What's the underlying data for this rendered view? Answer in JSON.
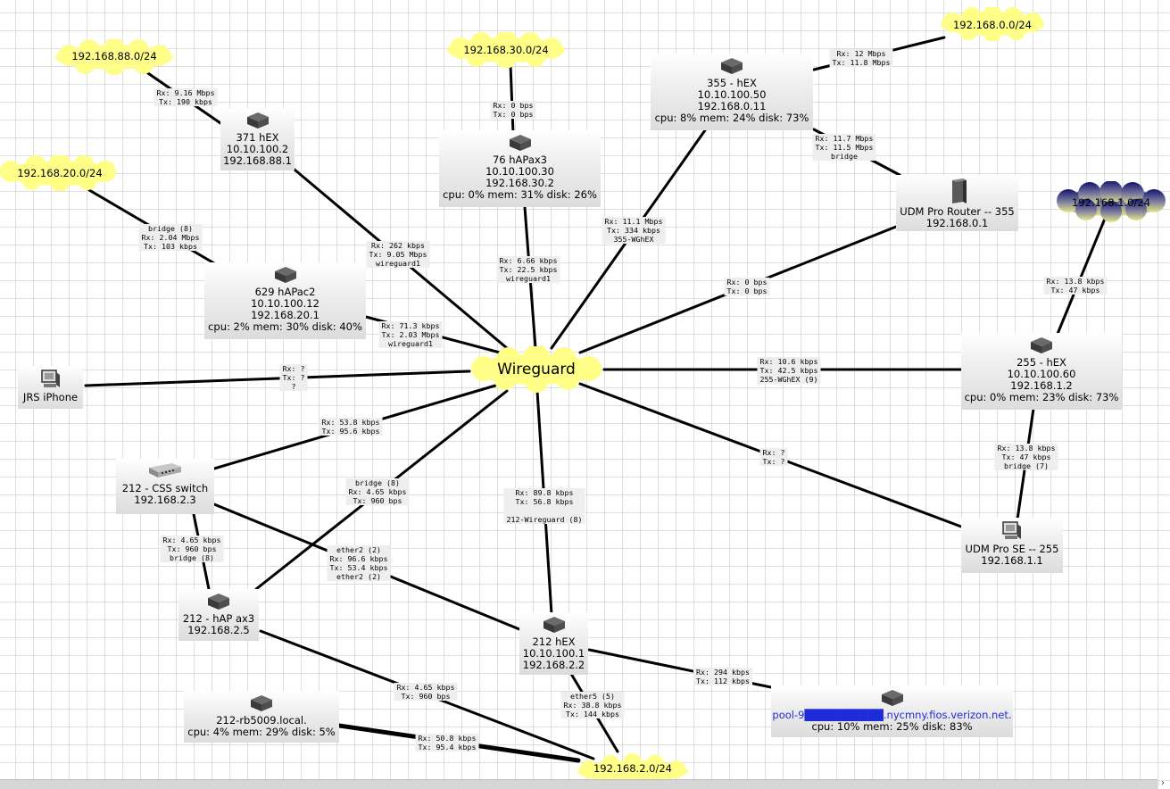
{
  "clouds": {
    "c88": "192.168.88.0/24",
    "c30": "192.168.30.0/24",
    "c0": "192.168.0.0/24",
    "c20": "192.168.20.0/24",
    "c1": "192.168.1.0/24",
    "c2": "192.168.2.0/24",
    "wireguard": "Wireguard"
  },
  "nodes": {
    "hex371": [
      "371 hEX",
      "10.10.100.2",
      "192.168.88.1"
    ],
    "hapax76": [
      "76 hAPax3",
      "10.10.100.30",
      "192.168.30.2",
      "cpu: 0% mem: 31% disk: 26%"
    ],
    "hex355": [
      "355 - hEX",
      "10.10.100.50",
      "192.168.0.11",
      "cpu: 8% mem: 24% disk: 73%"
    ],
    "udm355": [
      "UDM Pro Router -- 355",
      "192.168.0.1"
    ],
    "hapac629": [
      "629 hAPac2",
      "10.10.100.12",
      "192.168.20.1",
      "cpu: 2% mem: 30% disk: 40%"
    ],
    "iphone": [
      "JRS iPhone"
    ],
    "hex255": [
      "255 - hEX",
      "10.10.100.60",
      "192.168.1.2",
      "cpu: 0% mem: 23% disk: 73%"
    ],
    "css212": [
      "212 - CSS switch",
      "192.168.2.3"
    ],
    "udmse255": [
      "UDM Pro SE -- 255",
      "192.168.1.1"
    ],
    "hapax212": [
      "212 - hAP ax3",
      "192.168.2.5"
    ],
    "hex212": [
      "212 hEX",
      "10.10.100.1",
      "192.168.2.2"
    ],
    "rb5009": [
      "212-rb5009.local.",
      "cpu: 4% mem: 29% disk: 5%"
    ],
    "pool": [
      "pool-9██████████.nycmny.fios.verizon.net.",
      "cpu: 10% mem: 25% disk: 83%"
    ]
  },
  "links": {
    "l1": [
      "Rx: 9.16 Mbps",
      "Tx: 190 kbps"
    ],
    "l2": [
      "Rx: 0 bps",
      "Tx: 0 bps"
    ],
    "l3": [
      "Rx: 12 Mbps",
      "Tx: 11.8 Mbps"
    ],
    "l4": [
      "Rx: 11.7 Mbps",
      "Tx: 11.5 Mbps",
      "bridge"
    ],
    "l5": [
      "bridge (8)",
      "Rx: 2.04 Mbps",
      "Tx: 103 kbps"
    ],
    "l6": [
      "Rx: 262 kbps",
      "Tx: 9.05 Mbps",
      "wireguard1"
    ],
    "l7": [
      "Rx: 6.66 kbps",
      "Tx: 22.5 kbps",
      "wireguard1"
    ],
    "l8": [
      "Rx: 11.1 Mbps",
      "Tx: 334 kbps",
      "355-WGhEX"
    ],
    "l9": [
      "Rx: 0 bps",
      "Tx: 0 bps"
    ],
    "l10": [
      "Rx: 13.8 kbps",
      "Tx: 47 kbps"
    ],
    "l11": [
      "Rx: 71.3 kbps",
      "Tx: 2.03 Mbps",
      "wireguard1"
    ],
    "l12": [
      "Rx: ?",
      "Tx: ?",
      "?"
    ],
    "l13": [
      "Rx: 10.6 kbps",
      "Tx: 42.5 kbps",
      "255-WGhEX (9)"
    ],
    "l14": [
      "Rx: 53.8 kbps",
      "Tx: 95.6 kbps"
    ],
    "l15": [
      "Rx: ?",
      "Tx: ?"
    ],
    "l16": [
      "Rx: 13.8 kbps",
      "Tx: 47 kbps",
      "bridge (7)"
    ],
    "l17": [
      "bridge (8)",
      "Rx: 4.65 kbps",
      "Tx: 960 bps"
    ],
    "l18": [
      "Rx: 89.8 kbps",
      "Tx: 56.8 kbps",
      "",
      "212-Wireguard (8)"
    ],
    "l19": [
      "Rx: 4.65 kbps",
      "Tx: 960 bps",
      "bridge (8)"
    ],
    "l20": [
      "ether2 (2)",
      "Rx: 96.6 kbps",
      "Tx: 53.4 kbps",
      "ether2 (2)"
    ],
    "l21": [
      "Rx: 294 kbps",
      "Tx: 112 kbps"
    ],
    "l22": [
      "Rx: 4.65 kbps",
      "Tx: 960 bps"
    ],
    "l23": [
      "ether5 (5)",
      "Rx: 38.8 kbps",
      "Tx: 144 kbps"
    ],
    "l24": [
      "Rx: 50.8 kbps",
      "Tx: 95.4 kbps"
    ]
  },
  "colors": {
    "cloud_yellow": "#ffff88",
    "cloud_blue": "#1a1a7a",
    "link": "#000000",
    "label_bg": "#eeeeee",
    "redaction": "#1d2bd9"
  },
  "icons": [
    "router-icon",
    "server-icon",
    "computer-icon",
    "switch-icon",
    "cloud-icon",
    "scroll-right-icon"
  ],
  "scrollbar": {
    "arrow": "›"
  }
}
